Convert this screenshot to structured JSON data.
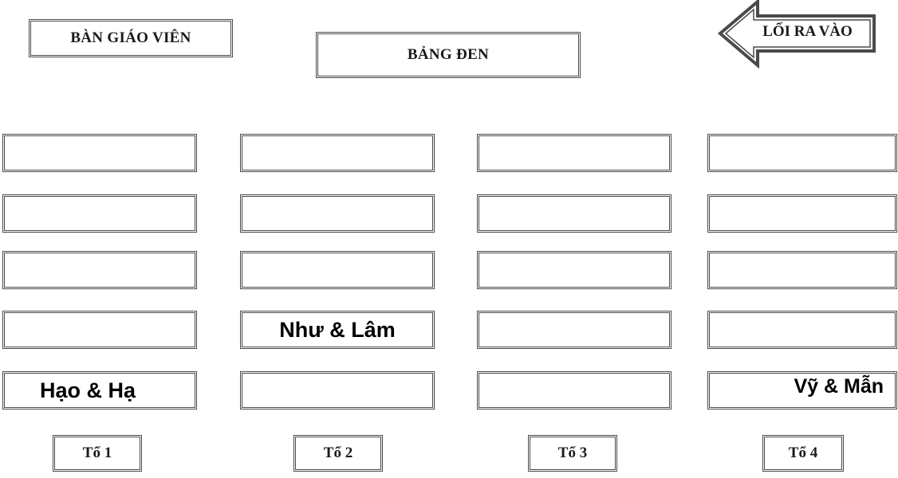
{
  "header": {
    "teacher_desk": "BÀN GIÁO VIÊN",
    "blackboard": "BẢNG ĐEN",
    "exit": "LỐI RA VÀO"
  },
  "groups": [
    {
      "label": "Tổ 1",
      "desks": [
        "",
        "",
        "",
        "",
        "Hạo & Hạ"
      ]
    },
    {
      "label": "Tổ 2",
      "desks": [
        "",
        "",
        "",
        "Như & Lâm",
        ""
      ]
    },
    {
      "label": "Tổ 3",
      "desks": [
        "",
        "",
        "",
        "",
        ""
      ]
    },
    {
      "label": "Tổ 4",
      "desks": [
        "",
        "",
        "",
        "",
        "Vỹ & Mẫn"
      ]
    }
  ],
  "colors": {
    "border": "#4a4a4a",
    "text": "#1a1a1a"
  }
}
